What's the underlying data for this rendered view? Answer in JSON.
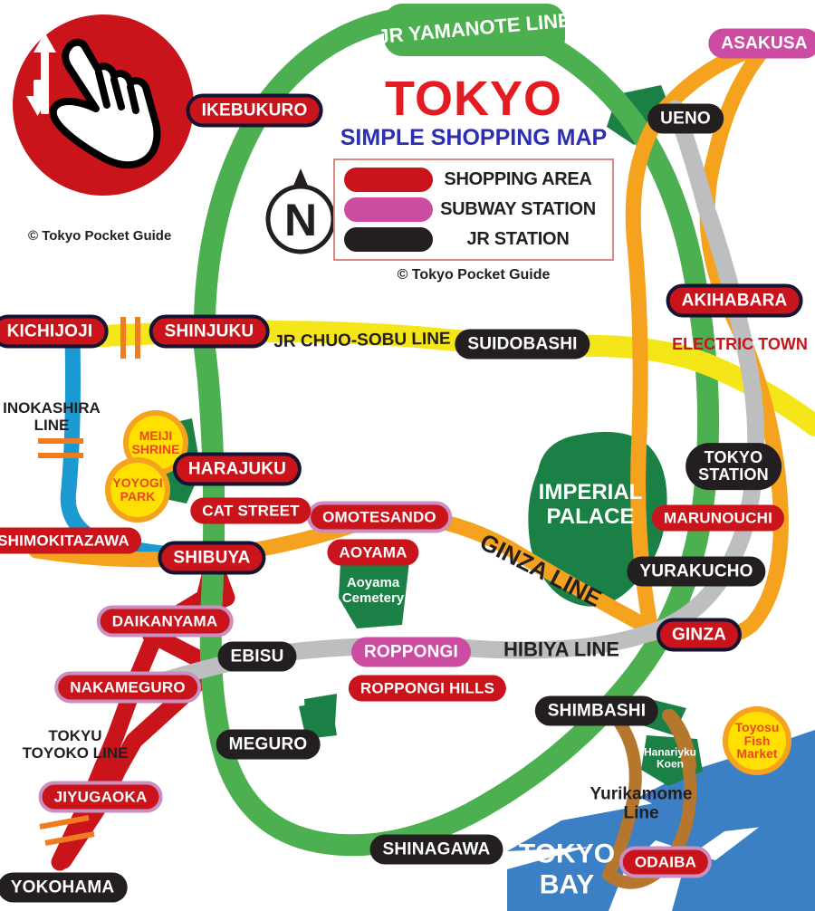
{
  "header": {
    "title": "TOKYO",
    "subtitle": "SIMPLE SHOPPING MAP",
    "credit": "© Tokyo Pocket Guide"
  },
  "gesture_badge": {
    "icon": "pinch-swipe-hand-icon",
    "credit": "© Tokyo Pocket Guide",
    "circle_color": "#c9141b"
  },
  "compass": {
    "label": "N",
    "icon": "compass-north-icon"
  },
  "legend": {
    "items": [
      {
        "label": "SHOPPING AREA",
        "color": "#c9141b"
      },
      {
        "label": "SUBWAY STATION",
        "color": "#cc4ca2"
      },
      {
        "label": "JR STATION",
        "color": "#231f20"
      }
    ],
    "credit": "© Tokyo Pocket Guide"
  },
  "rail_lines": [
    {
      "name": "JR YAMANOTE LINE",
      "color": "#4caf50"
    },
    {
      "name": "JR CHUO-SOBU LINE",
      "color": "#f5e61a"
    },
    {
      "name": "GINZA LINE",
      "color": "#f5a21e"
    },
    {
      "name": "HIBIYA LINE",
      "color": "#bcbec0"
    },
    {
      "name": "INOKASHIRA LINE",
      "color": "#1b9ad2"
    },
    {
      "name": "TOKYU TOYOKO LINE",
      "color": "#c9141b"
    },
    {
      "name": "Yurikamome Line",
      "color": "#b5762e"
    }
  ],
  "line_labels": [
    {
      "text": "JR YAMANOTE LINE",
      "style": "white"
    },
    {
      "text": "JR CHUO-SOBU LINE",
      "style": "dark"
    },
    {
      "text": "GINZA LINE",
      "style": "dark"
    },
    {
      "text": "HIBIYA LINE",
      "style": "dark"
    },
    {
      "text": "INOKASHIRA LINE",
      "style": "dark"
    },
    {
      "text": "TOKYU TOYOKO LINE",
      "style": "dark"
    },
    {
      "text": "Yurikamome Line",
      "style": "dark"
    }
  ],
  "stations": {
    "jr": [
      "UENO",
      "SUIDOBASHI",
      "TOKYO STATION",
      "YURAKUCHO",
      "EBISU",
      "MEGURO",
      "SHIMBASHI",
      "SHINAGAWA",
      "YOKOHAMA"
    ],
    "subway": [
      "ASAKUSA",
      "ROPPONGI"
    ],
    "shopping": [
      "IKEBUKURO",
      "AKIHABARA",
      "KICHIJOJI",
      "SHINJUKU",
      "HARAJUKU",
      "SHIBUYA",
      "GINZA"
    ],
    "shopping_subway_outline": [
      "OMOTESANDO",
      "DAIKANYAMA",
      "NAKAMEGURO",
      "JIYUGAOKA",
      "ODAIBA"
    ],
    "shopping_plain": [
      "SHIMOKITAZAWA",
      "CAT STREET",
      "AOYAMA",
      "MARUNOUCHI",
      "ROPPONGI HILLS"
    ]
  },
  "labels": {
    "ikebukuro": "IKEBUKURO",
    "asakusa": "ASAKUSA",
    "ueno": "UENO",
    "akihabara": "AKIHABARA",
    "akihabara_sub": "ELECTRIC TOWN",
    "kichijoji": "KICHIJOJI",
    "shinjuku": "SHINJUKU",
    "suidobashi": "SUIDOBASHI",
    "inokashira_line": "INOKASHIRA\nLINE",
    "inokashira_line_l1": "INOKASHIRA",
    "inokashira_line_l2": "LINE",
    "meiji_shrine_l1": "MEIJI",
    "meiji_shrine_l2": "SHRINE",
    "yoyogi_park_l1": "YOYOGI",
    "yoyogi_park_l2": "PARK",
    "harajuku": "HARAJUKU",
    "cat_street": "CAT STREET",
    "shimokitazawa": "SHIMOKITAZAWA",
    "shibuya": "SHIBUYA",
    "omotesando": "OMOTESANDO",
    "aoyama": "AOYAMA",
    "aoyama_cemetery_l1": "Aoyama",
    "aoyama_cemetery_l2": "Cemetery",
    "imperial_palace_l1": "IMPERIAL",
    "imperial_palace_l2": "PALACE",
    "tokyo_station_l1": "TOKYO",
    "tokyo_station_l2": "STATION",
    "marunouchi": "MARUNOUCHI",
    "yurakucho": "YURAKUCHO",
    "ginza": "GINZA",
    "daikanyama": "DAIKANYAMA",
    "ebisu": "EBISU",
    "roppongi": "ROPPONGI",
    "roppongi_hills": "ROPPONGI HILLS",
    "hibiya_line": "HIBIYA LINE",
    "ginza_line": "GINZA LINE",
    "nakameguro": "NAKAMEGURO",
    "tokyu_toyoko_l1": "TOKYU",
    "tokyu_toyoko_l2": "TOYOKO LINE",
    "meguro": "MEGURO",
    "jiyugaoka": "JIYUGAOKA",
    "yokohama": "YOKOHAMA",
    "shinagawa": "SHINAGAWA",
    "shimbashi": "SHIMBASHI",
    "hanariyku_l1": "Hanariyku",
    "hanariyku_l2": "Koen",
    "toyosu_l1": "Toyosu",
    "toyosu_l2": "Fish",
    "toyosu_l3": "Market",
    "yurikamome_l1": "Yurikamome",
    "yurikamome_l2": "Line",
    "tokyo_bay_l1": "TOKYO",
    "tokyo_bay_l2": "BAY",
    "odaiba": "ODAIBA",
    "yamanote_line": "JR YAMANOTE LINE",
    "chuo_sobu_line": "JR CHUO-SOBU LINE"
  },
  "areas": [
    {
      "name": "IMPERIAL PALACE",
      "color": "#1a8046"
    },
    {
      "name": "Aoyama Cemetery",
      "color": "#1a8046"
    },
    {
      "name": "Hanariyku Koen",
      "color": "#1a8046"
    },
    {
      "name": "TOKYO BAY",
      "color": "#3b7fc4"
    },
    {
      "name": "Toyosu Fish Market",
      "color": "#ffe000"
    }
  ],
  "colors": {
    "shopping_area": "#c9141b",
    "subway_station": "#cc4ca2",
    "jr_station": "#231f20",
    "yamanote": "#4caf50",
    "chuo_sobu": "#f5e61a",
    "ginza": "#f5a21e",
    "hibiya": "#bcbec0",
    "inokashira": "#1b9ad2",
    "toyoko": "#c9141b",
    "yurikamome": "#b5762e",
    "bay": "#3b7fc4",
    "park": "#1a8046",
    "title_red": "#e31b23",
    "subtitle_blue": "#2b2fb0"
  }
}
